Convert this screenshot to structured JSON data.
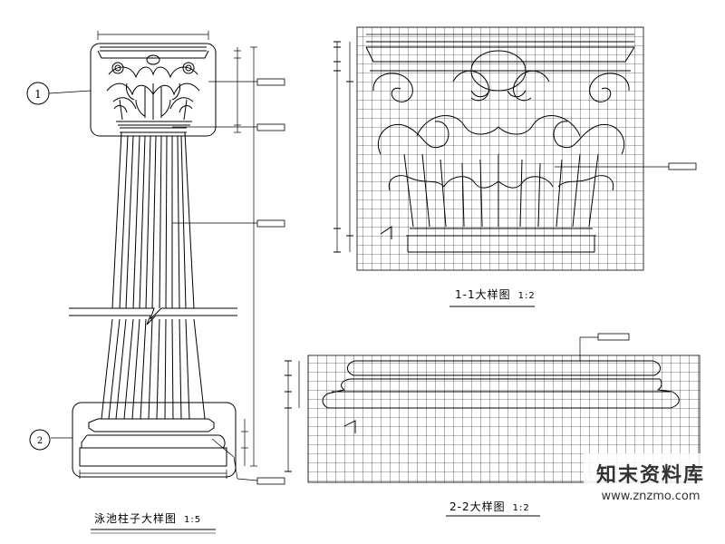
{
  "titles": {
    "column_detail": "泳池柱子大样图",
    "column_detail_scale": "1:5",
    "section_11": "1-1大样图",
    "section_11_scale": "1:2",
    "section_22": "2-2大样图",
    "section_22_scale": "1:2"
  },
  "callouts": {
    "capital": "1",
    "base": "2"
  },
  "watermark": {
    "brand": "知末资料库",
    "url": "www.znzmo.com"
  }
}
